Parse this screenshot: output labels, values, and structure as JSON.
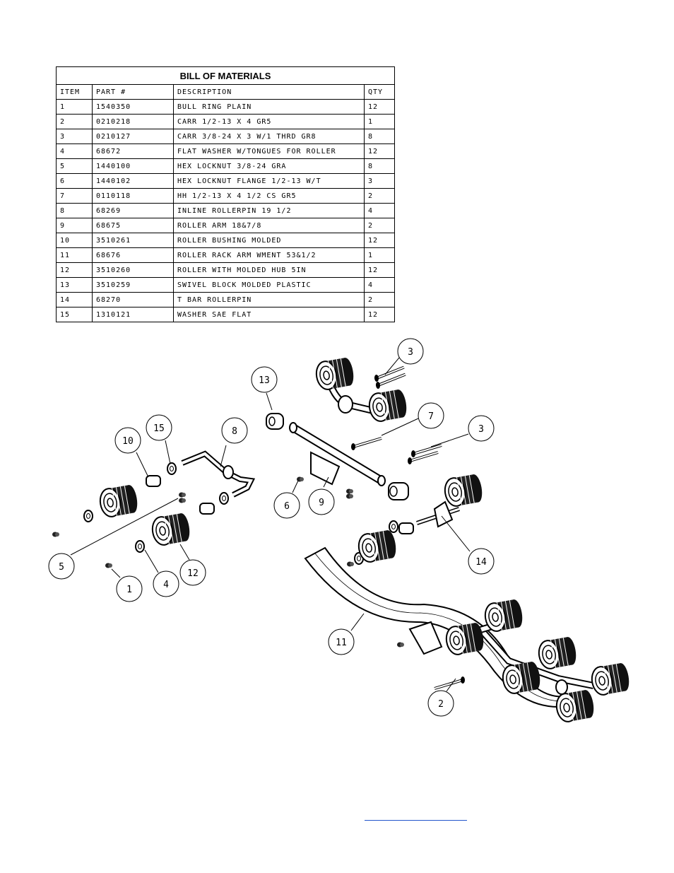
{
  "bom": {
    "title": "BILL OF MATERIALS",
    "headers": [
      "ITEM",
      "PART #",
      "DESCRIPTION",
      "QTY"
    ],
    "rows": [
      [
        "1",
        "1540350",
        "BULL RING PLAIN",
        "12"
      ],
      [
        "2",
        "0210218",
        "CARR 1/2-13 X 4 GR5",
        "1"
      ],
      [
        "3",
        "0210127",
        "CARR 3/8-24 X 3 W/1 THRD GR8",
        "8"
      ],
      [
        "4",
        "68672",
        "FLAT WASHER W/TONGUES FOR ROLLER",
        "12"
      ],
      [
        "5",
        "1440100",
        "HEX LOCKNUT 3/8-24 GRA",
        "8"
      ],
      [
        "6",
        "1440102",
        "HEX LOCKNUT FLANGE 1/2-13 W/T",
        "3"
      ],
      [
        "7",
        "0110118",
        "HH 1/2-13 X 4 1/2 CS GR5",
        "2"
      ],
      [
        "8",
        "68269",
        "INLINE ROLLERPIN 19 1/2",
        "4"
      ],
      [
        "9",
        "68675",
        "ROLLER ARM 18&7/8",
        "2"
      ],
      [
        "10",
        "3510261",
        "ROLLER BUSHING MOLDED",
        "12"
      ],
      [
        "11",
        "68676",
        "ROLLER RACK ARM WMENT  53&1/2",
        "1"
      ],
      [
        "12",
        "3510260",
        "ROLLER WITH MOLDED HUB  5IN",
        "12"
      ],
      [
        "13",
        "3510259",
        "SWIVEL BLOCK MOLDED PLASTIC",
        "4"
      ],
      [
        "14",
        "68270",
        "T BAR ROLLERPIN",
        "2"
      ],
      [
        "15",
        "1310121",
        "WASHER SAE FLAT",
        "12"
      ]
    ]
  },
  "callouts": [
    "3",
    "13",
    "7",
    "3",
    "15",
    "8",
    "10",
    "6",
    "9",
    "5",
    "14",
    "4",
    "12",
    "1",
    "11",
    "2"
  ]
}
